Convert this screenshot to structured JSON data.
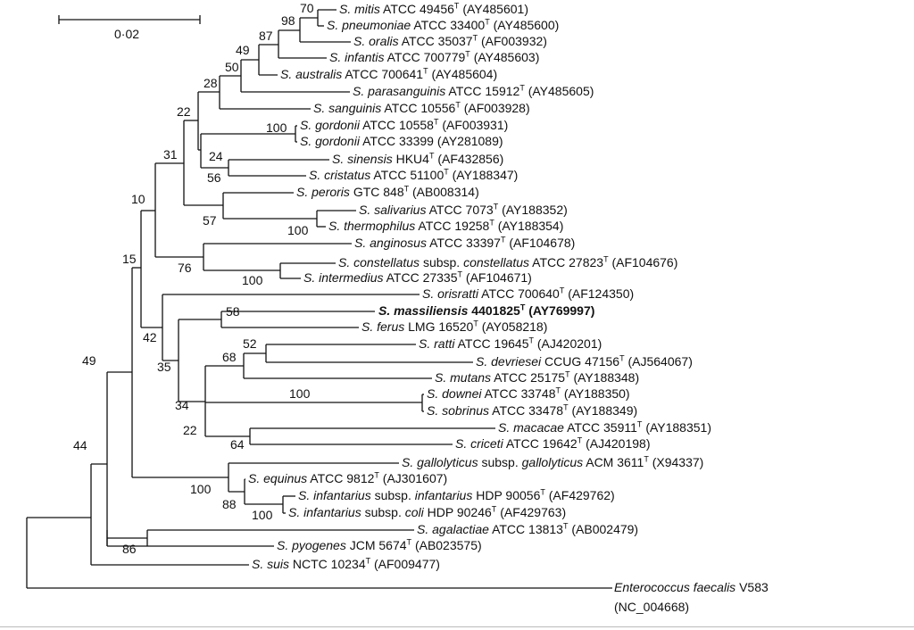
{
  "colors": {
    "line": "#111111",
    "background": "#ffffff"
  },
  "scale_bar": {
    "label": "0·02"
  },
  "taxa": [
    {
      "id": "mitis",
      "species": "S. mitis",
      "strain": "ATCC 49456",
      "type_strain": true,
      "accession": "(AY485601)"
    },
    {
      "id": "pneumoniae",
      "species": "S. pneumoniae",
      "strain": "ATCC 33400",
      "type_strain": true,
      "accession": "(AY485600)"
    },
    {
      "id": "oralis",
      "species": "S. oralis",
      "strain": "ATCC 35037",
      "type_strain": true,
      "accession": "(AF003932)"
    },
    {
      "id": "infantis",
      "species": "S. infantis",
      "strain": "ATCC 700779",
      "type_strain": true,
      "accession": "(AY485603)"
    },
    {
      "id": "australis",
      "species": "S. australis",
      "strain": "ATCC 700641",
      "type_strain": true,
      "accession": "(AY485604)"
    },
    {
      "id": "parasanguinis",
      "species": "S. parasanguinis",
      "strain": "ATCC 15912",
      "type_strain": true,
      "accession": "(AY485605)"
    },
    {
      "id": "sanguinis",
      "species": "S. sanguinis",
      "strain": "ATCC 10556",
      "type_strain": true,
      "accession": "(AF003928)"
    },
    {
      "id": "gordonii-t",
      "species": "S. gordonii",
      "strain": "ATCC 10558",
      "type_strain": true,
      "accession": "(AF003931)"
    },
    {
      "id": "gordonii",
      "species": "S. gordonii",
      "strain": "ATCC 33399",
      "type_strain": false,
      "accession": "(AY281089)"
    },
    {
      "id": "sinensis",
      "species": "S. sinensis",
      "strain": "HKU4",
      "type_strain": true,
      "accession": "(AF432856)"
    },
    {
      "id": "cristatus",
      "species": "S. cristatus",
      "strain": "ATCC 51100",
      "type_strain": true,
      "accession": "(AY188347)"
    },
    {
      "id": "peroris",
      "species": "S. peroris",
      "strain": "GTC 848",
      "type_strain": true,
      "accession": "(AB008314)"
    },
    {
      "id": "salivarius",
      "species": "S. salivarius",
      "strain": "ATCC 7073",
      "type_strain": true,
      "accession": "(AY188352)"
    },
    {
      "id": "thermophilus",
      "species": "S. thermophilus",
      "strain": "ATCC 19258",
      "type_strain": true,
      "accession": "(AY188354)"
    },
    {
      "id": "anginosus",
      "species": "S. anginosus",
      "strain": "ATCC 33397",
      "type_strain": true,
      "accession": "(AF104678)"
    },
    {
      "id": "constellatus",
      "species": "S. constellatus",
      "subsp": "subsp.",
      "subspecies": "constellatus",
      "strain": "ATCC 27823",
      "type_strain": true,
      "accession": "(AF104676)"
    },
    {
      "id": "intermedius",
      "species": "S. intermedius",
      "strain": "ATCC 27335",
      "type_strain": true,
      "accession": "(AF104671)"
    },
    {
      "id": "orisratti",
      "species": "S. orisratti",
      "strain": "ATCC 700640",
      "type_strain": true,
      "accession": "(AF124350)"
    },
    {
      "id": "massiliensis",
      "species": "S. massiliensis",
      "strain": "4401825",
      "type_strain": true,
      "accession": "(AY769997)",
      "highlight": true
    },
    {
      "id": "ferus",
      "species": "S. ferus",
      "strain": "LMG 16520",
      "type_strain": true,
      "accession": "(AY058218)"
    },
    {
      "id": "ratti",
      "species": "S. ratti",
      "strain": "ATCC 19645",
      "type_strain": true,
      "accession": "(AJ420201)"
    },
    {
      "id": "devriesei",
      "species": "S. devriesei",
      "strain": "CCUG 47156",
      "type_strain": true,
      "accession": "(AJ564067)"
    },
    {
      "id": "mutans",
      "species": "S. mutans",
      "strain": "ATCC 25175",
      "type_strain": true,
      "accession": "(AY188348)"
    },
    {
      "id": "downei",
      "species": "S. downei",
      "strain": "ATCC 33748",
      "type_strain": true,
      "accession": "(AY188350)"
    },
    {
      "id": "sobrinus",
      "species": "S. sobrinus",
      "strain": "ATCC 33478",
      "type_strain": true,
      "accession": "(AY188349)"
    },
    {
      "id": "macacae",
      "species": "S. macacae",
      "strain": "ATCC 35911",
      "type_strain": true,
      "accession": "(AY188351)"
    },
    {
      "id": "criceti",
      "species": "S. criceti",
      "strain": "ATCC 19642",
      "type_strain": true,
      "accession": "(AJ420198)"
    },
    {
      "id": "gallolyticus",
      "species": "S. gallolyticus",
      "subsp": "subsp.",
      "subspecies": "gallolyticus",
      "strain": "ACM 3611",
      "type_strain": true,
      "accession": "(X94337)"
    },
    {
      "id": "equinus",
      "species": "S. equinus",
      "strain": "ATCC 9812",
      "type_strain": true,
      "accession": "(AJ301607)"
    },
    {
      "id": "infantarius-i",
      "species": "S. infantarius",
      "subsp": "subsp.",
      "subspecies": "infantarius",
      "strain": "HDP 90056",
      "type_strain": true,
      "accession": "(AF429762)"
    },
    {
      "id": "infantarius-c",
      "species": "S. infantarius",
      "subsp": "subsp.",
      "subspecies": "coli",
      "strain": "HDP 90246",
      "type_strain": true,
      "accession": "(AF429763)"
    },
    {
      "id": "agalactiae",
      "species": "S. agalactiae",
      "strain": "ATCC 13813",
      "type_strain": true,
      "accession": "(AB002479)"
    },
    {
      "id": "pyogenes",
      "species": "S. pyogenes",
      "strain": "JCM 5674",
      "type_strain": true,
      "accession": "(AB023575)"
    },
    {
      "id": "suis",
      "species": "S. suis",
      "strain": "NCTC 10234",
      "type_strain": true,
      "accession": "(AF009477)"
    },
    {
      "id": "faecalis",
      "species": "Enterococcus faecalis",
      "strain": "V583",
      "type_strain": false,
      "accession": "(NC_004668)"
    }
  ],
  "bootstrap": {
    "n70": "70",
    "n98": "98",
    "n87": "87",
    "n49a": "49",
    "n50": "50",
    "n28": "28",
    "n100gord": "100",
    "n22a": "22",
    "n24": "24",
    "n56": "56",
    "n31": "31",
    "n10": "10",
    "n57": "57",
    "n100therm": "100",
    "n15": "15",
    "n76": "76",
    "n100inter": "100",
    "n58": "58",
    "n42": "42",
    "n52": "52",
    "n68": "68",
    "n35": "35",
    "n100downei": "100",
    "n34": "34",
    "n22b": "22",
    "n64": "64",
    "n49b": "49",
    "n44": "44",
    "n100equ": "100",
    "n88": "88",
    "n100inf": "100",
    "n86": "86"
  }
}
